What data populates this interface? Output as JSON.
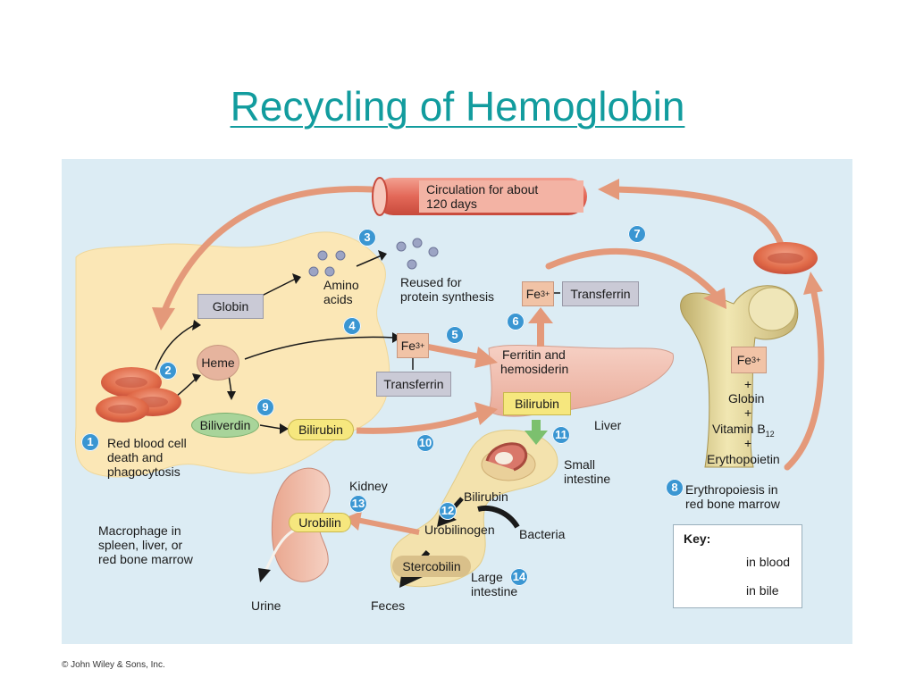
{
  "title": "Recycling of Hemoglobin",
  "copyright": "© John Wiley & Sons, Inc.",
  "circulation": {
    "line1": "Circulation for about",
    "line2": "120 days"
  },
  "steps": [
    "1",
    "2",
    "3",
    "4",
    "5",
    "6",
    "7",
    "8",
    "9",
    "10",
    "11",
    "12",
    "13",
    "14"
  ],
  "labels": {
    "rbc_death": {
      "line1": "Red blood cell",
      "line2": "death and",
      "line3": "phagocytosis"
    },
    "macrophage": {
      "line1": "Macrophage in",
      "line2": "spleen, liver, or",
      "line3": "red bone marrow"
    },
    "globin": "Globin",
    "heme": "Heme",
    "biliverdin": "Biliverdin",
    "bilirubin_macrophage": "Bilirubin",
    "amino_acids": {
      "line1": "Amino",
      "line2": "acids"
    },
    "reused": {
      "line1": "Reused for",
      "line2": "protein synthesis"
    },
    "fe_top": "Fe",
    "fe_mid": "Fe",
    "fe_bone": "Fe",
    "fe_sup": "3+",
    "transferrin_top": "Transferrin",
    "transferrin_mid": "Transferrin",
    "ferritin": {
      "line1": "Ferritin and",
      "line2": "hemosiderin"
    },
    "bilirubin_liver": "Bilirubin",
    "liver": "Liver",
    "small_intestine": {
      "line1": "Small",
      "line2": "intestine"
    },
    "bilirubin_intestine": "Bilirubin",
    "urobilinogen": "Urobilinogen",
    "bacteria": "Bacteria",
    "stercobilin": "Stercobilin",
    "large_intestine": {
      "line1": "Large",
      "line2": "intestine"
    },
    "feces": "Feces",
    "kidney": "Kidney",
    "urobilin": "Urobilin",
    "urine": "Urine",
    "plus": "+",
    "globin_bone": "Globin",
    "vitamin": "Vitamin B",
    "vitamin_sub": "12",
    "erythropoietin": "Erythopoietin",
    "erythropoiesis": {
      "line1": "Erythropoiesis in",
      "line2": "red bone marrow"
    }
  },
  "key": {
    "title": "Key:",
    "blood": "in blood",
    "bile": "in bile"
  },
  "colors": {
    "title": "#129c9e",
    "background": "#dcecf4",
    "macrophage": "#fbe7b6",
    "blood_arrow": "#e4997a",
    "bile_arrow": "#7cc06e",
    "step_badge": "#3a96d2"
  }
}
